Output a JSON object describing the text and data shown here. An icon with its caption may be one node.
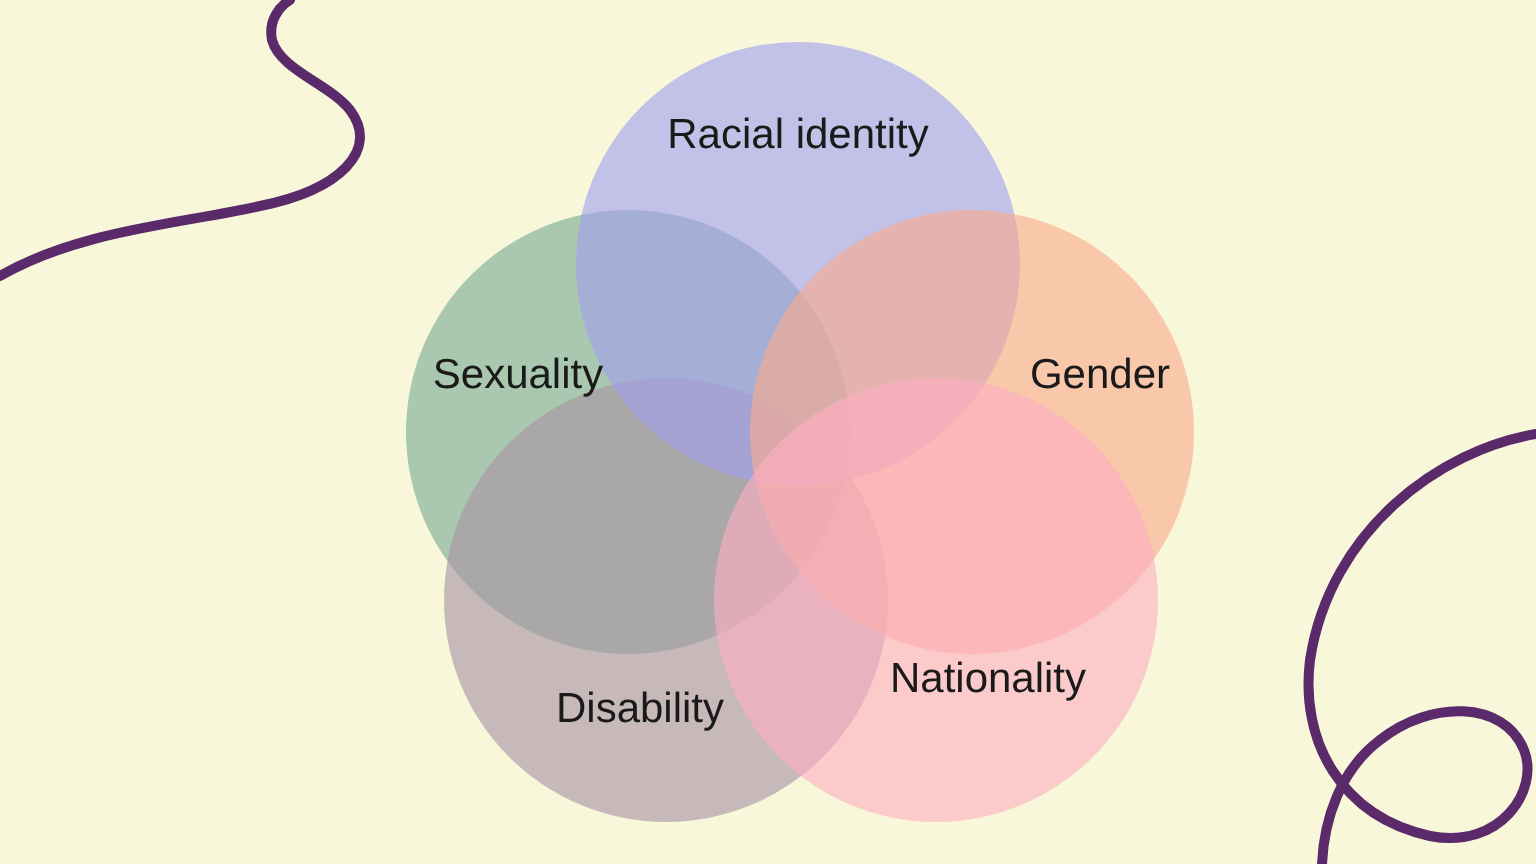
{
  "diagram": {
    "nodes": [
      {
        "text": [
          "Racial identity"
        ]
      },
      {
        "text": [
          "Sexuality"
        ]
      },
      {
        "text": [
          "Gender"
        ]
      },
      {
        "text": [
          "Disability"
        ]
      },
      {
        "text": [
          "Nationality"
        ]
      }
    ]
  }
}
